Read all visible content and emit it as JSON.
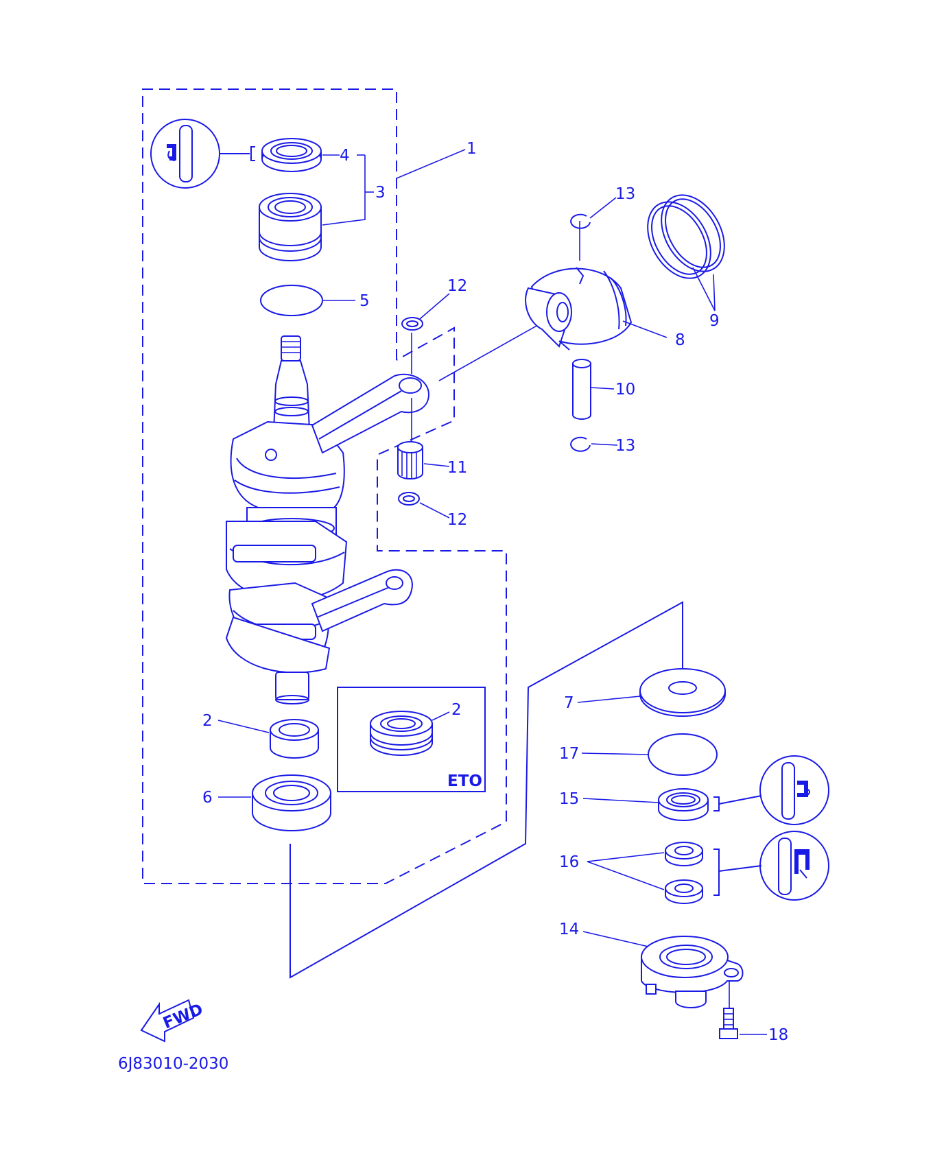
{
  "callouts": [
    {
      "id": "c1",
      "text": "1"
    },
    {
      "id": "c2a",
      "text": "2"
    },
    {
      "id": "c2b",
      "text": "2"
    },
    {
      "id": "c3",
      "text": "3"
    },
    {
      "id": "c4",
      "text": "4"
    },
    {
      "id": "c5",
      "text": "5"
    },
    {
      "id": "c6",
      "text": "6"
    },
    {
      "id": "c7",
      "text": "7"
    },
    {
      "id": "c8",
      "text": "8"
    },
    {
      "id": "c9",
      "text": "9"
    },
    {
      "id": "c10",
      "text": "10"
    },
    {
      "id": "c11",
      "text": "11"
    },
    {
      "id": "c12a",
      "text": "12"
    },
    {
      "id": "c12b",
      "text": "12"
    },
    {
      "id": "c13a",
      "text": "13"
    },
    {
      "id": "c13b",
      "text": "13"
    },
    {
      "id": "c14",
      "text": "14"
    },
    {
      "id": "c15",
      "text": "15"
    },
    {
      "id": "c16",
      "text": "16"
    },
    {
      "id": "c17",
      "text": "17"
    },
    {
      "id": "c18",
      "text": "18"
    }
  ],
  "eto_box_label": "ETO",
  "fwd_label": "FWD",
  "diagram_code": "6J83010-2030",
  "line_color": "#1a1ae6"
}
